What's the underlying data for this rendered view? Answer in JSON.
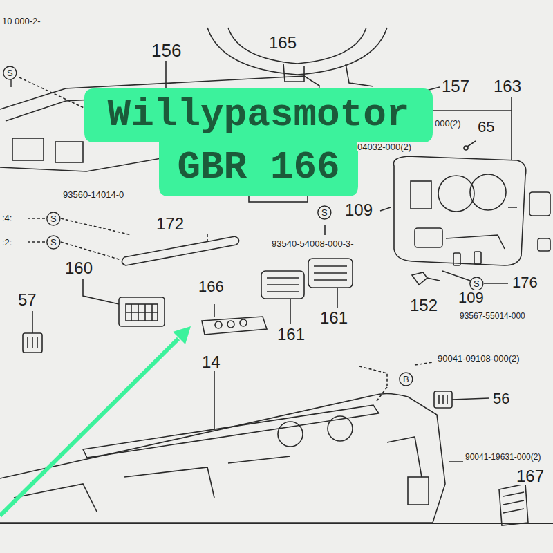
{
  "diagram": {
    "nodes": [
      {
        "text": [
          "Willypasmotor GBR 166"
        ]
      }
    ],
    "labels": [
      "10 000-2-",
      "S",
      "156",
      "165",
      "157",
      "163",
      "000(2)",
      "65",
      "04032-000(2)",
      "93560-14014-0",
      ":4:",
      "S",
      ":2:",
      "S",
      "172",
      "S",
      "109",
      "93540-54008-000-3-",
      "160",
      "57",
      "166",
      "161",
      "161",
      "152",
      "S",
      "176",
      "109",
      "93567-55014-000",
      "14",
      "90041-09108-000(2)",
      "B",
      "56",
      "90041-19631-000(2)",
      "167"
    ]
  }
}
